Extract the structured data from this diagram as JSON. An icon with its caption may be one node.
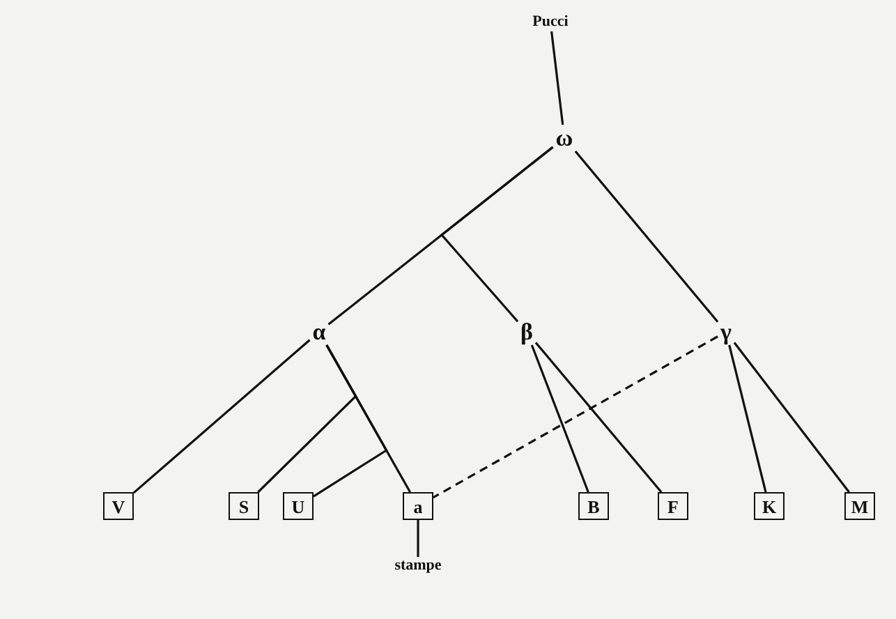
{
  "diagram": {
    "nodes": [
      {
        "text": [
          "Pucci"
        ]
      },
      {
        "text": [
          "ω"
        ]
      },
      {
        "text": [
          "α"
        ]
      },
      {
        "text": [
          "β"
        ]
      },
      {
        "text": [
          "γ"
        ]
      },
      {
        "text": [
          "V"
        ]
      },
      {
        "text": [
          "S"
        ]
      },
      {
        "text": [
          "U"
        ]
      },
      {
        "text": [
          "a"
        ]
      },
      {
        "text": [
          "B"
        ]
      },
      {
        "text": [
          "F"
        ]
      },
      {
        "text": [
          "K"
        ]
      },
      {
        "text": [
          "M"
        ]
      },
      {
        "text": [
          "stampe"
        ]
      }
    ],
    "edges": [
      {
        "from": 0,
        "to": 1,
        "arrow": "none"
      },
      {
        "from": 1,
        "to": 2,
        "arrow": "none"
      },
      {
        "from": 1,
        "to": 3,
        "arrow": "none"
      },
      {
        "from": 1,
        "to": 4,
        "arrow": "none"
      },
      {
        "from": 2,
        "to": 5,
        "arrow": "none"
      },
      {
        "from": 2,
        "to": 8,
        "arrow": "none"
      },
      {
        "from": 2,
        "to": 6,
        "arrow": "none"
      },
      {
        "from": 2,
        "to": 7,
        "arrow": "none"
      },
      {
        "from": 3,
        "to": 9,
        "arrow": "none"
      },
      {
        "from": 3,
        "to": 10,
        "arrow": "none"
      },
      {
        "from": 4,
        "to": 11,
        "arrow": "none"
      },
      {
        "from": 4,
        "to": 12,
        "arrow": "none"
      },
      {
        "from": 4,
        "to": 8,
        "arrow": "none",
        "style": "dashed"
      },
      {
        "from": 8,
        "to": 13,
        "arrow": "none"
      }
    ]
  }
}
